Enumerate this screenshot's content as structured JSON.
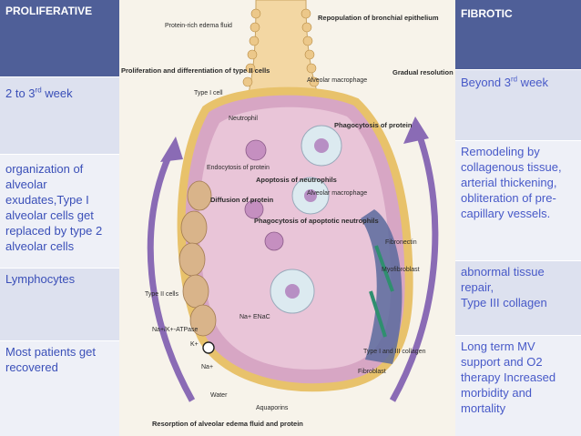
{
  "left_column": {
    "header": "PROLIFERATIVE",
    "timing_pre": "2 to 3",
    "timing_sup": "rd",
    "timing_post": " week",
    "histology": "organization of alveolar exudates,Type I alveolar cells get replaced by type 2 alveolar cells",
    "cells": "Lymphocytes",
    "outcome": "Most patients get recovered"
  },
  "right_column": {
    "header": "FIBROTIC",
    "timing_pre": "Beyond 3",
    "timing_sup": "rd",
    "timing_post": " week",
    "histology": "Remodeling by collagenous tissue, arterial thickening, obliteration of pre-capillary vessels.",
    "repair_line1": "abnormal tissue repair,",
    "repair_line2": "Type III collagen",
    "outcome": "Long term MV support and O2 therapy Increased morbidity and mortality"
  },
  "figure": {
    "labels": {
      "edema_fluid": "Protein-rich edema fluid",
      "repopulation": "Repopulation of bronchial epithelium",
      "proliferation": "Proliferation and differentiation of type II cells",
      "gradual": "Gradual resolution of fibrosis",
      "type1": "Type I cell",
      "alveolar_macrophage": "Alveolar macrophage",
      "neutrophil": "Neutrophil",
      "phago_protein": "Phagocytosis of protein",
      "endocytosis": "Endocytosis of protein",
      "apoptosis": "Apoptosis of neutrophils",
      "alveolar_macrophage2": "Alveolar macrophage",
      "diffusion": "Diffusion of protein",
      "phago_neutrophils": "Phagocytosis of apoptotic neutrophils",
      "fibronectin": "Fibronectin",
      "myofibroblast": "Myofibroblast",
      "type2": "Type II cells",
      "na_k_atpase": "Na+/K+-ATPase",
      "na_enac": "Na+ ENaC",
      "k": "K+",
      "na": "Na+",
      "collagen": "Type I and III collagen",
      "water": "Water",
      "fibroblast": "Fibroblast",
      "aquaporins": "Aquaporins",
      "resorption": "Resorption of alveolar edema fluid and protein"
    }
  }
}
